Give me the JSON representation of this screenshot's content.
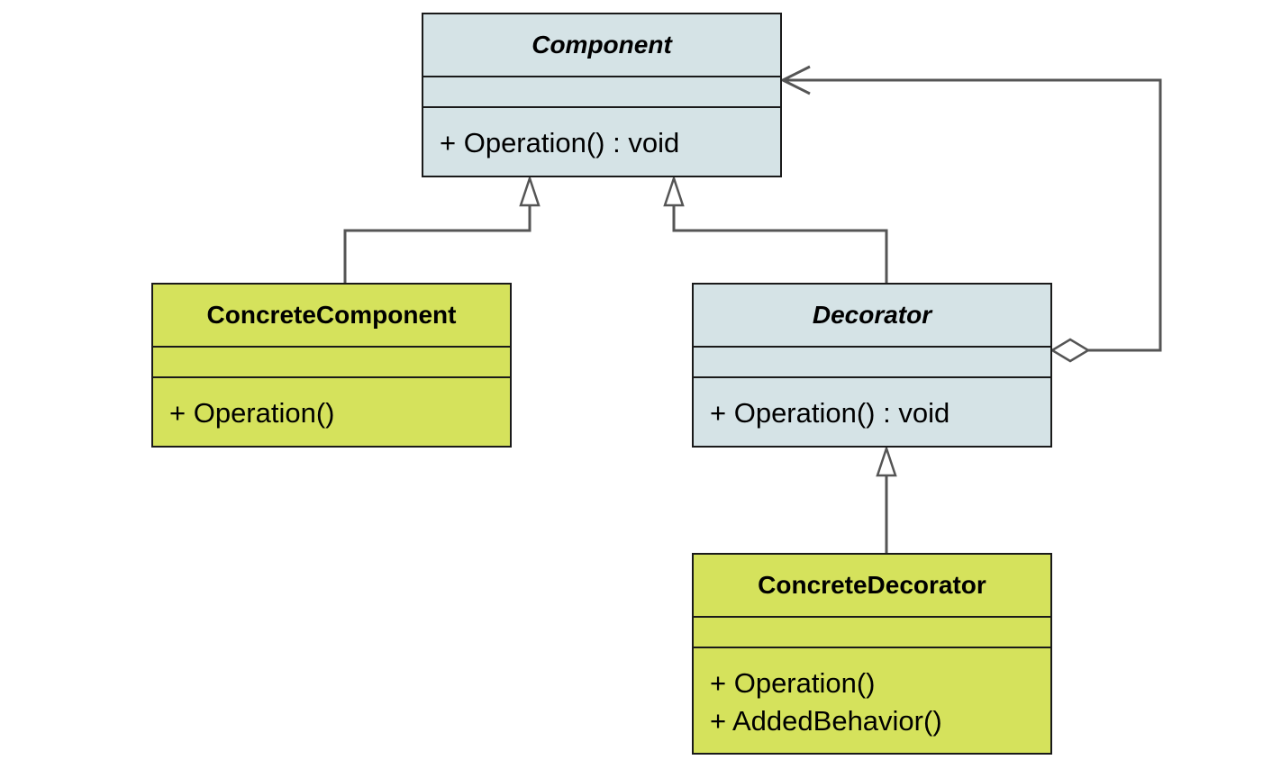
{
  "colors": {
    "abstract_fill": "#d5e3e6",
    "concrete_fill": "#d5e25c",
    "border": "#1a1a1a",
    "connector": "#555555"
  },
  "classes": {
    "component": {
      "name": "Component",
      "abstract": true,
      "operations": [
        "+ Operation() : void"
      ]
    },
    "concrete_component": {
      "name": "ConcreteComponent",
      "abstract": false,
      "operations": [
        "+ Operation()"
      ]
    },
    "decorator": {
      "name": "Decorator",
      "abstract": true,
      "operations": [
        "+ Operation() : void"
      ]
    },
    "concrete_decorator": {
      "name": "ConcreteDecorator",
      "abstract": false,
      "operations": [
        "+ Operation()",
        "+ AddedBehavior()"
      ]
    }
  },
  "relationships": [
    {
      "type": "generalization",
      "from": "ConcreteComponent",
      "to": "Component"
    },
    {
      "type": "generalization",
      "from": "Decorator",
      "to": "Component"
    },
    {
      "type": "generalization",
      "from": "ConcreteDecorator",
      "to": "Decorator"
    },
    {
      "type": "aggregation",
      "from": "Decorator",
      "to": "Component"
    }
  ]
}
